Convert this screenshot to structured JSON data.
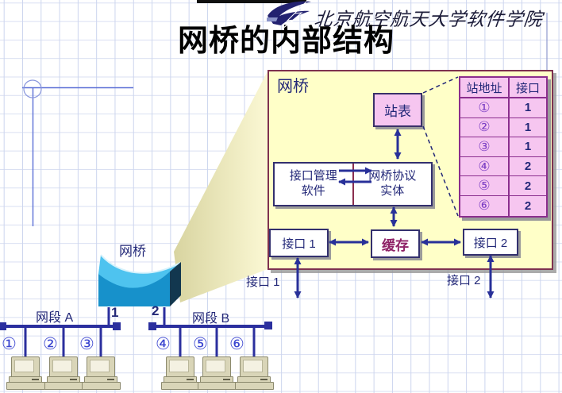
{
  "page": {
    "logo_text": "北京航空航天大学软件学院",
    "title": "网桥的内部结构"
  },
  "panel": {
    "label": "网桥",
    "station_table": "站表",
    "mgmt_line1": "接口管理",
    "mgmt_line2": "软件",
    "proto_line1": "网桥协议",
    "proto_line2": "实体",
    "port1": "接口 1",
    "buffer": "缓存",
    "port2": "接口 2",
    "port1_ext": "接口 1",
    "port2_ext": "接口 2"
  },
  "ftable": {
    "headers": [
      "站地址",
      "接口"
    ],
    "rows": [
      {
        "addr": "①",
        "port": "1"
      },
      {
        "addr": "②",
        "port": "1"
      },
      {
        "addr": "③",
        "port": "1"
      },
      {
        "addr": "④",
        "port": "2"
      },
      {
        "addr": "⑤",
        "port": "2"
      },
      {
        "addr": "⑥",
        "port": "2"
      }
    ]
  },
  "network": {
    "bridge_label": "网桥",
    "port1_num": "1",
    "port2_num": "2",
    "segment_a": "网段 A",
    "segment_b": "网段 B",
    "stations_a": [
      "①",
      "②",
      "③"
    ],
    "stations_b": [
      "④",
      "⑤",
      "⑥"
    ]
  },
  "icons": {
    "logo": "buaa-swoosh-emblem",
    "computer": "desktop-computer",
    "bridge": "blue-3d-bridge-block"
  },
  "colors": {
    "navy_text": "#232878",
    "panel_fill": "#ffffc8",
    "panel_border": "#7e3150",
    "pink_fill": "#f6c6f0",
    "table_border": "#8b2e8e",
    "arrow": "#283099",
    "buffer_text": "#8e2166",
    "station_number_blue": "#3a45d0",
    "bridge_front": "#1791cb",
    "bridge_top": "#4ec3ef",
    "grid_line": "#ccd5ee"
  }
}
